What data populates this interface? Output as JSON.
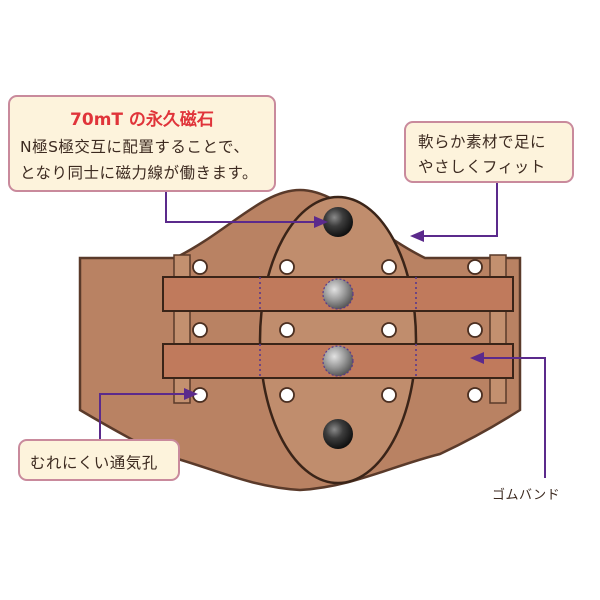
{
  "magnet_callout": {
    "title": "70mT の永久磁石",
    "line1": "N極S極交互に配置することで、",
    "line2": "となり同士に磁力線が働きます。"
  },
  "fit_callout": {
    "line1": "軟らか素材で足に",
    "line2": "やさしくフィット"
  },
  "vent_callout": {
    "text": "むれにくい通気孔"
  },
  "rubber_band_label": "ゴムバンド",
  "colors": {
    "leather": "#b98263",
    "leather_outline": "#5a3a2a",
    "band": "#c07a5c",
    "callout_fill": "#fdf3dc",
    "callout_border": "#c98a9c",
    "arrow": "#5b2a8c",
    "title_red": "#e0343a"
  },
  "icons": [
    "magnet-icon",
    "air-hole-icon",
    "arrow-icon"
  ]
}
